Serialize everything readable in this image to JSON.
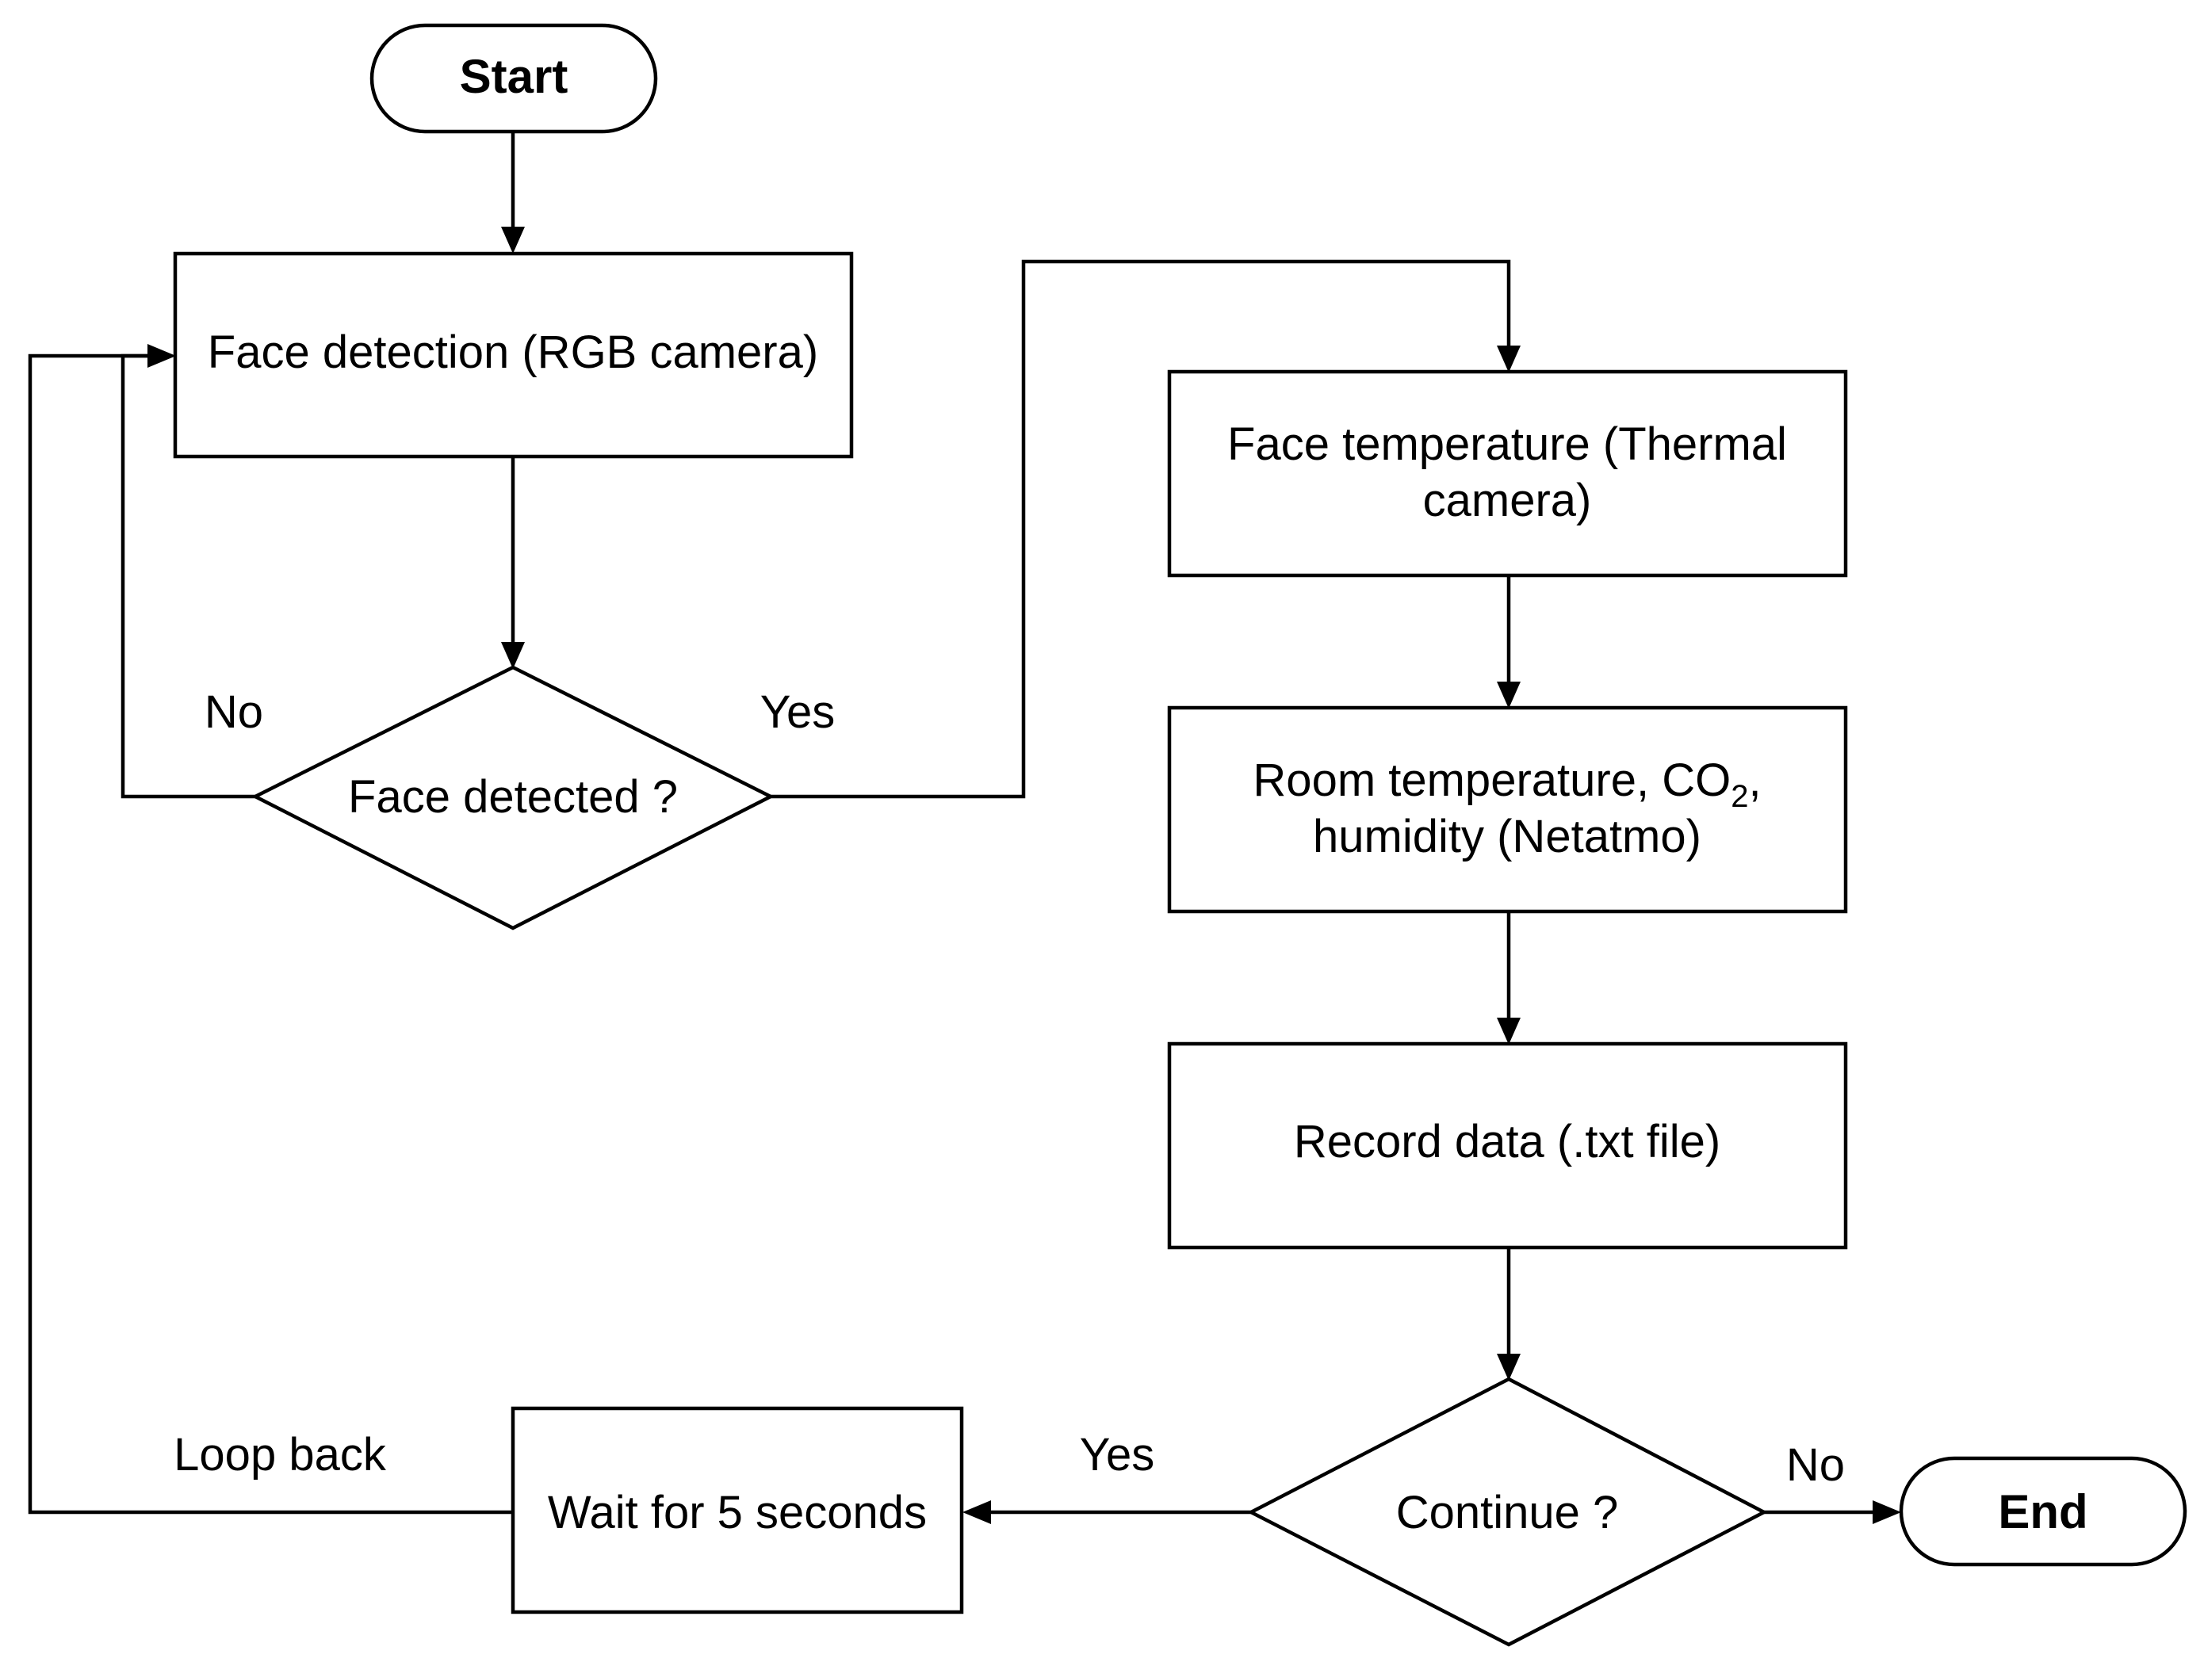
{
  "nodes": {
    "start": {
      "label": "Start"
    },
    "face_detection": {
      "label": "Face detection (RGB camera)"
    },
    "face_detected": {
      "label": "Face detected ?"
    },
    "face_temperature": {
      "line1": "Face temperature (Thermal",
      "line2": "camera)"
    },
    "room": {
      "line1_prefix": "Room temperature, CO",
      "line1_sub": "2",
      "line1_suffix": ",",
      "line2": "humidity (Netatmo)"
    },
    "record_data": {
      "label": "Record data (.txt file)"
    },
    "continue": {
      "label": "Continue ?"
    },
    "wait": {
      "label": "Wait for 5 seconds"
    },
    "end": {
      "label": "End"
    }
  },
  "edges": {
    "face_no": "No",
    "face_yes": "Yes",
    "continue_yes": "Yes",
    "continue_no": "No",
    "loop_back": "Loop back"
  }
}
